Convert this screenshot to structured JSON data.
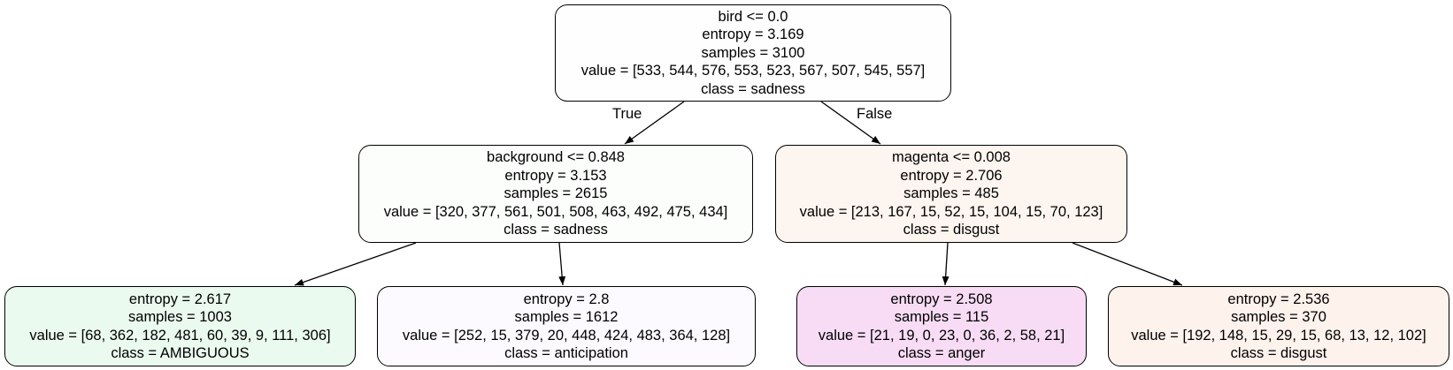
{
  "colors": {
    "root": "#fefefe",
    "background_split": "#fbfefb",
    "magenta_split": "#fdf5ef",
    "leaf_ambiguous": "#ebfaef",
    "leaf_anticipation": "#fcfafe",
    "leaf_anger": "#f8dcf5",
    "leaf_disgust": "#fdf2ec",
    "edge": "#000000"
  },
  "tree": {
    "root": {
      "rule": "bird <= 0.0",
      "entropy": "entropy = 3.169",
      "samples": "samples = 3100",
      "value": "value = [533, 544, 576, 553, 523, 567, 507, 545, 557]",
      "class": "class = sadness"
    },
    "edge_true": "True",
    "edge_false": "False",
    "left": {
      "rule": "background <= 0.848",
      "entropy": "entropy = 3.153",
      "samples": "samples = 2615",
      "value": "value = [320, 377, 561, 501, 508, 463, 492, 475, 434]",
      "class": "class = sadness"
    },
    "right": {
      "rule": "magenta <= 0.008",
      "entropy": "entropy = 2.706",
      "samples": "samples = 485",
      "value": "value = [213, 167, 15, 52, 15, 104, 15, 70, 123]",
      "class": "class = disgust"
    },
    "leaf_ll": {
      "entropy": "entropy = 2.617",
      "samples": "samples = 1003",
      "value": "value = [68, 362, 182, 481, 60, 39, 9, 111, 306]",
      "class": "class = AMBIGUOUS"
    },
    "leaf_lr": {
      "entropy": "entropy = 2.8",
      "samples": "samples = 1612",
      "value": "value = [252, 15, 379, 20, 448, 424, 483, 364, 128]",
      "class": "class = anticipation"
    },
    "leaf_rl": {
      "entropy": "entropy = 2.508",
      "samples": "samples = 115",
      "value": "value = [21, 19, 0, 23, 0, 36, 2, 58, 21]",
      "class": "class = anger"
    },
    "leaf_rr": {
      "entropy": "entropy = 2.536",
      "samples": "samples = 370",
      "value": "value = [192, 148, 15, 29, 15, 68, 13, 12, 102]",
      "class": "class = disgust"
    }
  }
}
